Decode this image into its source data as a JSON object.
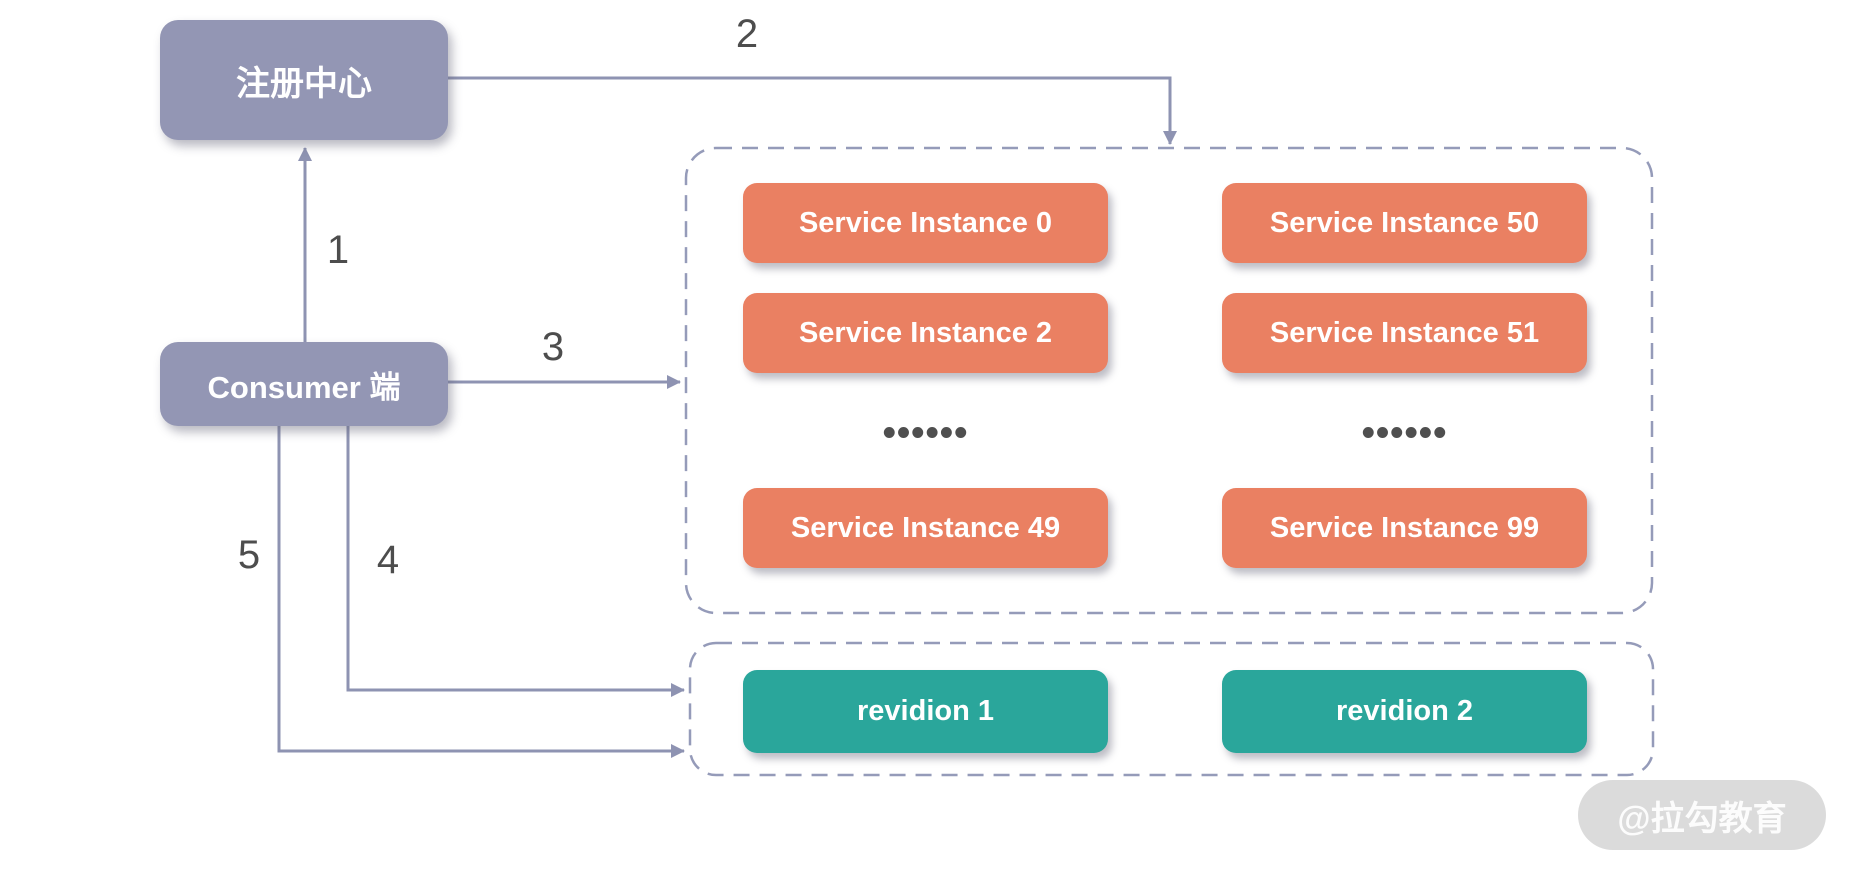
{
  "diagram": {
    "nodes": {
      "registry": "注册中心",
      "consumer": "Consumer 端"
    },
    "step_labels": [
      "1",
      "2",
      "3",
      "4",
      "5"
    ],
    "instance_group": {
      "left_column": [
        "Service Instance 0",
        "Service Instance 2",
        "Service Instance 49"
      ],
      "right_column": [
        "Service Instance 50",
        "Service Instance 51",
        "Service Instance 99"
      ],
      "ellipsis": "••••••"
    },
    "revision_group": {
      "items": [
        "revidion 1",
        "revidion 2"
      ]
    },
    "watermark": "@拉勾教育",
    "colors": {
      "node_purple": "#9396B4",
      "instance_orange": "#EA8062",
      "revision_teal": "#2AA69B",
      "line_purple": "#8E93B2",
      "dashed_border": "#959BB9",
      "label_gray": "#4D4D4D"
    }
  }
}
